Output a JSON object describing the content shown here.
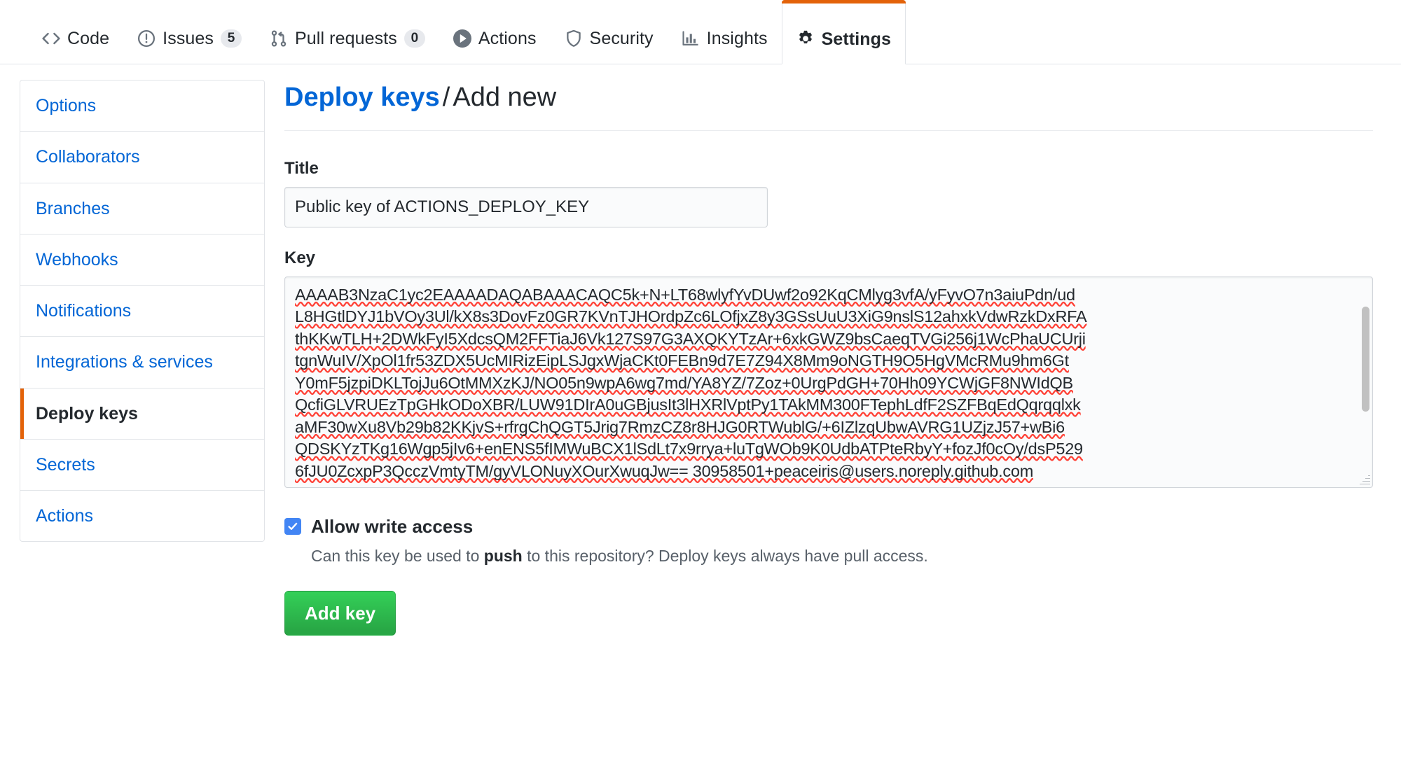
{
  "nav": {
    "tabs": [
      {
        "label": "Code",
        "icon": "code-icon",
        "count": null,
        "selected": false
      },
      {
        "label": "Issues",
        "icon": "issue-opened-icon",
        "count": "5",
        "selected": false
      },
      {
        "label": "Pull requests",
        "icon": "git-pull-request-icon",
        "count": "0",
        "selected": false
      },
      {
        "label": "Actions",
        "icon": "play-icon",
        "count": null,
        "selected": false
      },
      {
        "label": "Security",
        "icon": "shield-icon",
        "count": null,
        "selected": false
      },
      {
        "label": "Insights",
        "icon": "graph-icon",
        "count": null,
        "selected": false
      },
      {
        "label": "Settings",
        "icon": "gear-icon",
        "count": null,
        "selected": true
      }
    ],
    "accent_color": "#e36209"
  },
  "sidebar": {
    "items": [
      {
        "label": "Options",
        "selected": false
      },
      {
        "label": "Collaborators",
        "selected": false
      },
      {
        "label": "Branches",
        "selected": false
      },
      {
        "label": "Webhooks",
        "selected": false
      },
      {
        "label": "Notifications",
        "selected": false
      },
      {
        "label": "Integrations & services",
        "selected": false
      },
      {
        "label": "Deploy keys",
        "selected": true
      },
      {
        "label": "Secrets",
        "selected": false
      },
      {
        "label": "Actions",
        "selected": false
      }
    ],
    "link_color": "#0366d6",
    "selected_marker_color": "#e36209"
  },
  "main": {
    "heading": {
      "parent_link": "Deploy keys",
      "separator": "/",
      "current": "Add new"
    },
    "title_field": {
      "label": "Title",
      "value": "Public key of ACTIONS_DEPLOY_KEY",
      "placeholder": ""
    },
    "key_field": {
      "label": "Key",
      "placeholder": "",
      "lines": [
        "AAAAB3NzaC1yc2EAAAADAQABAAACAQC5k+N+LT68wlyfYvDUwf2o92KqCMlyg3vfA/yFyvO7n3aiuPdn/ud",
        "L8HGtlDYJ1bVOy3Ul/kX8s3DovFz0GR7KVnTJHOrdpZc6LOfjxZ8y3GSsUuU3XiG9nslS12ahxkVdwRzkDxRFA",
        "thKKwTLH+2DWkFyI5XdcsQM2FFTiaJ6Vk127S97G3AXQKYTzAr+6xkGWZ9bsCaeqTVGi256j1WcPhaUCUrji",
        "tgnWuIV/XpOl1fr53ZDX5UcMIRizEipLSJgxWjaCKt0FEBn9d7E7Z94X8Mm9oNGTH9O5HgVMcRMu9hm6Gt",
        "Y0mF5jzpiDKLTojJu6OtMMXzKJ/NO05n9wpA6wg7md/YA8YZ/7Zoz+0UrgPdGH+70Hh09YCWjGF8NWIdQB",
        "QcfiGLVRUEzTpGHkODoXBR/LUW91DIrA0uGBjusIt3lHXRlVptPy1TAkMM300FTephLdfF2SZFBqEdQqrqqlxk",
        "aMF30wXu8Vb29b82KKjvS+rfrgChQGT5Jrig7RmzCZ8r8HJG0RTWublG/+6IZlzqUbwAVRG1UZjzJ57+wBi6",
        "QDSKYzTKg16Wgp5jIv6+enENS5fIMWuBCX1lSdLt7x9rrya+luTgWOb9K0UdbATPteRbyY+fozJf0cOy/dsP529",
        "6fJU0ZcxpP3QcczVmtyTM/gyVLONuyXOurXwuqJw== 30958501+peaceiris@users.noreply.github.com"
      ]
    },
    "write_access": {
      "label": "Allow write access",
      "checked": true,
      "help_prefix": "Can this key be used to ",
      "help_bold": "push",
      "help_suffix": " to this repository? Deploy keys always have pull access."
    },
    "submit_button": {
      "label": "Add key",
      "color": "#2ea44f"
    }
  }
}
